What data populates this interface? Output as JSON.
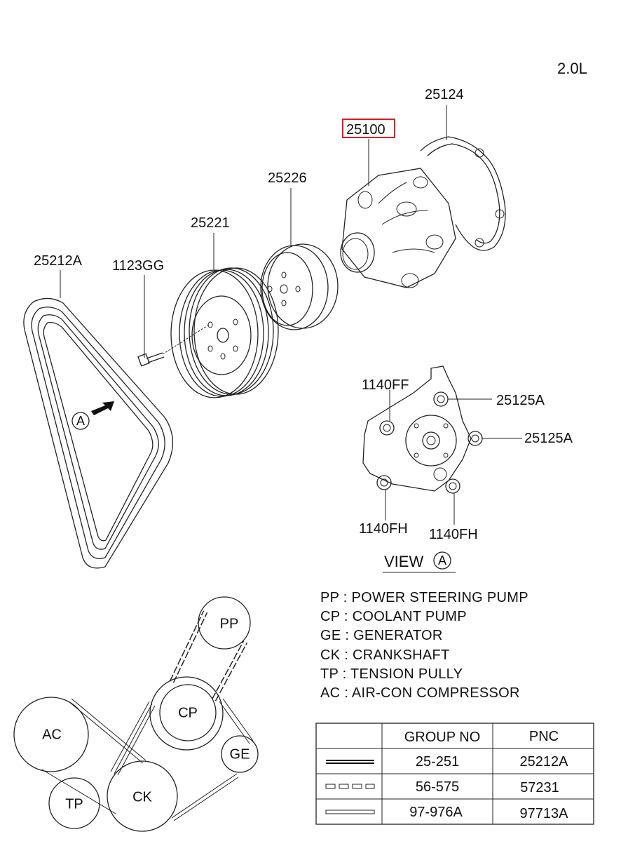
{
  "engine": "2.0L",
  "parts": {
    "belt": "25212A",
    "bolt": "1123GG",
    "pulley_crank": "25221",
    "pulley_pump": "25226",
    "water_pump": "25100",
    "gasket": "25124"
  },
  "view_a": {
    "title": "VIEW",
    "marker": "A",
    "bolt_ff": "1140FF",
    "bolt_fh_left": "1140FH",
    "bolt_fh_right": "1140FH",
    "dowel_top": "25125A",
    "dowel_right": "25125A"
  },
  "arrow_marker": "A",
  "legend": [
    "PP : POWER STEERING PUMP",
    "CP : COOLANT PUMP",
    "GE : GENERATOR",
    "CK : CRANKSHAFT",
    "TP : TENSION PULLY",
    "AC : AIR-CON COMPRESSOR"
  ],
  "layout_nodes": {
    "pp": "PP",
    "cp": "CP",
    "ge": "GE",
    "ck": "CK",
    "tp": "TP",
    "ac": "AC"
  },
  "table": {
    "headers": [
      "",
      "GROUP NO",
      "PNC"
    ],
    "rows": [
      {
        "line_style": "double-solid",
        "group_no": "25-251",
        "pnc": "25212A"
      },
      {
        "line_style": "dashed-boxes",
        "group_no": "56-575",
        "pnc": "57231"
      },
      {
        "line_style": "double-thin",
        "group_no": "97-976A",
        "pnc": "97713A"
      }
    ]
  },
  "highlight_color": "#e0191f"
}
